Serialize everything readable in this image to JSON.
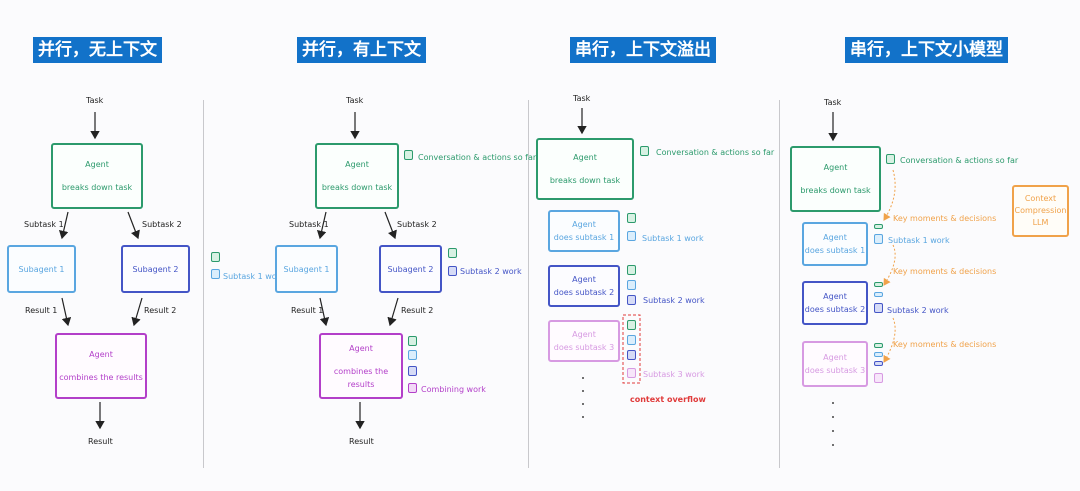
{
  "titles": [
    "并行，无上下文",
    "并行，有上下文",
    "串行，上下文溢出",
    "串行，上下文小模型"
  ],
  "common": {
    "task": "Task",
    "result": "Result",
    "agent": "Agent",
    "breaks_down": "breaks down task",
    "combines": "combines the results",
    "subtask1": "Subtask 1",
    "subtask2": "Subtask 2",
    "subagent1": "Subagent 1",
    "subagent2": "Subagent 2",
    "result1": "Result 1",
    "result2": "Result 2",
    "does_subtask1": "does subtask 1",
    "does_subtask2": "does subtask 2",
    "does_subtask3": "does subtask 3"
  },
  "legend": {
    "conversation": "Conversation & actions so far",
    "subtask1_work": "Subtask 1 work",
    "subtask2_work": "Subtask 2 work",
    "subtask3_work": "Subtask 3 work",
    "combining_work": "Combining work",
    "context_overflow": "context overflow",
    "key_moments": "Key moments & decisions"
  },
  "compression": {
    "line1": "Context",
    "line2": "Compression",
    "line3": "LLM"
  },
  "colors": {
    "title_bg": "#1272c9",
    "green": "#2c9a6c",
    "light_blue": "#5aa6e0",
    "dark_blue": "#4455c6",
    "purple": "#b33fc9",
    "light_purple": "#d79ae2",
    "orange": "#f0a24a",
    "red": "#e03b3b"
  }
}
